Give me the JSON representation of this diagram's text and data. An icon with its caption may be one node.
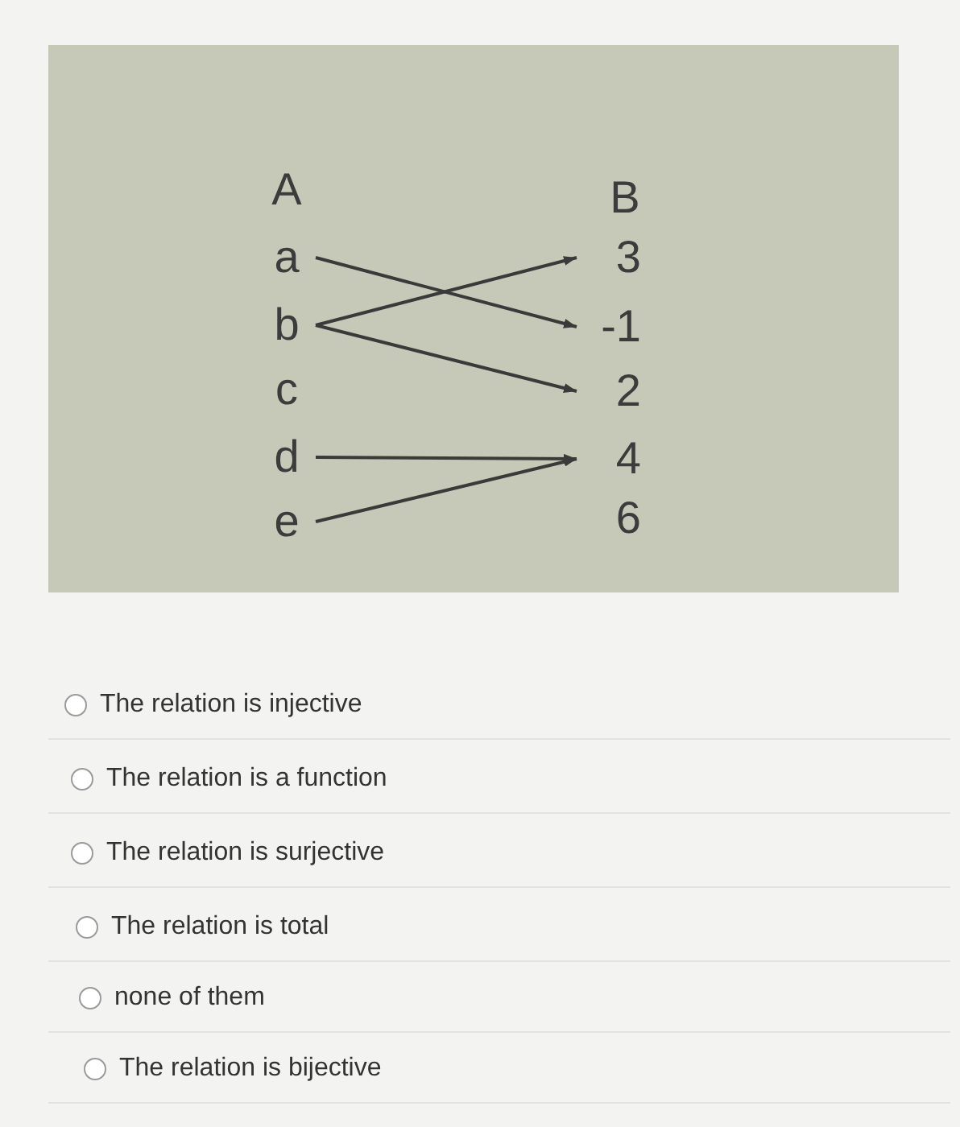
{
  "diagram": {
    "nodes": [
      {
        "text": [
          "a"
        ]
      },
      {
        "text": [
          "b"
        ]
      },
      {
        "text": [
          "c"
        ]
      },
      {
        "text": [
          "d"
        ]
      },
      {
        "text": [
          "e"
        ]
      },
      {
        "text": [
          "3"
        ]
      },
      {
        "text": [
          "-1"
        ]
      },
      {
        "text": [
          "2"
        ]
      },
      {
        "text": [
          "4"
        ]
      },
      {
        "text": [
          "6"
        ]
      }
    ],
    "edges": [
      {
        "from": 0,
        "to": 6,
        "arrow": "to"
      },
      {
        "from": 1,
        "to": 5,
        "arrow": "to"
      },
      {
        "from": 1,
        "to": 7,
        "arrow": "to"
      },
      {
        "from": 3,
        "to": 8,
        "arrow": "to"
      },
      {
        "from": 4,
        "to": 8,
        "arrow": "to"
      }
    ],
    "labels": [
      "A",
      "B",
      "The relation is injective",
      "The relation is a function",
      "The relation is surjective",
      "The relation is total",
      "none of them",
      "The relation is bijective"
    ]
  }
}
